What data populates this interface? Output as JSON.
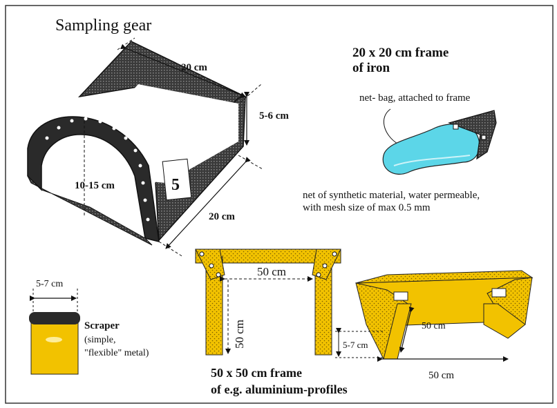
{
  "title": "Sampling gear",
  "box": {
    "width_label": "20 cm",
    "height_label": "5-6 cm",
    "depth_label": "20 cm",
    "arch_label": "10-15 cm",
    "side_number": "5"
  },
  "frame20": {
    "title_line1": "20 x 20 cm frame",
    "title_line2": "of iron",
    "netbag_label": "net- bag, attached to frame",
    "net_desc_line1": "net of synthetic material, water permeable,",
    "net_desc_line2": "with mesh size of max 0.5 mm"
  },
  "scraper": {
    "width_label": "5-7 cm",
    "title": "Scraper",
    "desc_line1": "(simple,",
    "desc_line2": "\"flexible\" metal)"
  },
  "frame50": {
    "width_label": "50 cm",
    "height_label": "50 cm",
    "title_line1": "50 x 50 cm frame",
    "title_line2": "of e.g. aluminium-profiles"
  },
  "frame3d": {
    "depth_label": "50 cm",
    "height_label": "5-7 cm",
    "width_label": "50 cm"
  },
  "colors": {
    "yellow": "#f2c200",
    "dark": "#2a2a2a",
    "cyan": "#5cd6e8",
    "border": "#333333"
  }
}
